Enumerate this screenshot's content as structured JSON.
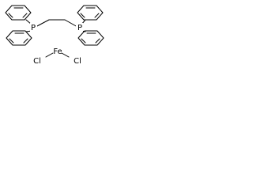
{
  "structure": {
    "atoms": {
      "p_left": "P",
      "p_right": "P",
      "iron": "Fe",
      "cl_left": "Cl",
      "cl_right": "Cl"
    }
  }
}
